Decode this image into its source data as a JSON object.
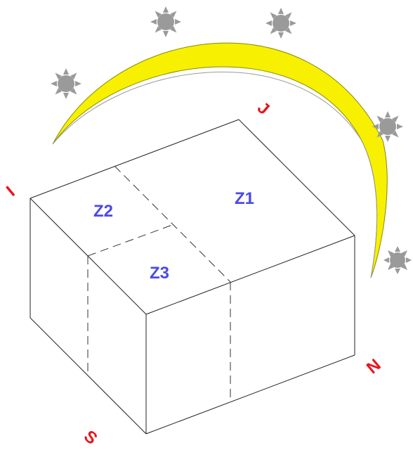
{
  "colors": {
    "zone_label": "#4a4ae6",
    "cardinal_label": "#e8141e",
    "sun_path": "#f7f000",
    "sun_path_stroke": "#8a8a00",
    "sun_icon": "#9a9a9a",
    "edges": "#222222"
  },
  "zones": {
    "z1": "Z1",
    "z2": "Z2",
    "z3": "Z3"
  },
  "cardinals": {
    "i": "I",
    "j": "J",
    "n": "N",
    "s": "S"
  },
  "icons": [
    "sun-icon",
    "sun-icon",
    "sun-icon",
    "sun-icon",
    "sun-icon"
  ]
}
